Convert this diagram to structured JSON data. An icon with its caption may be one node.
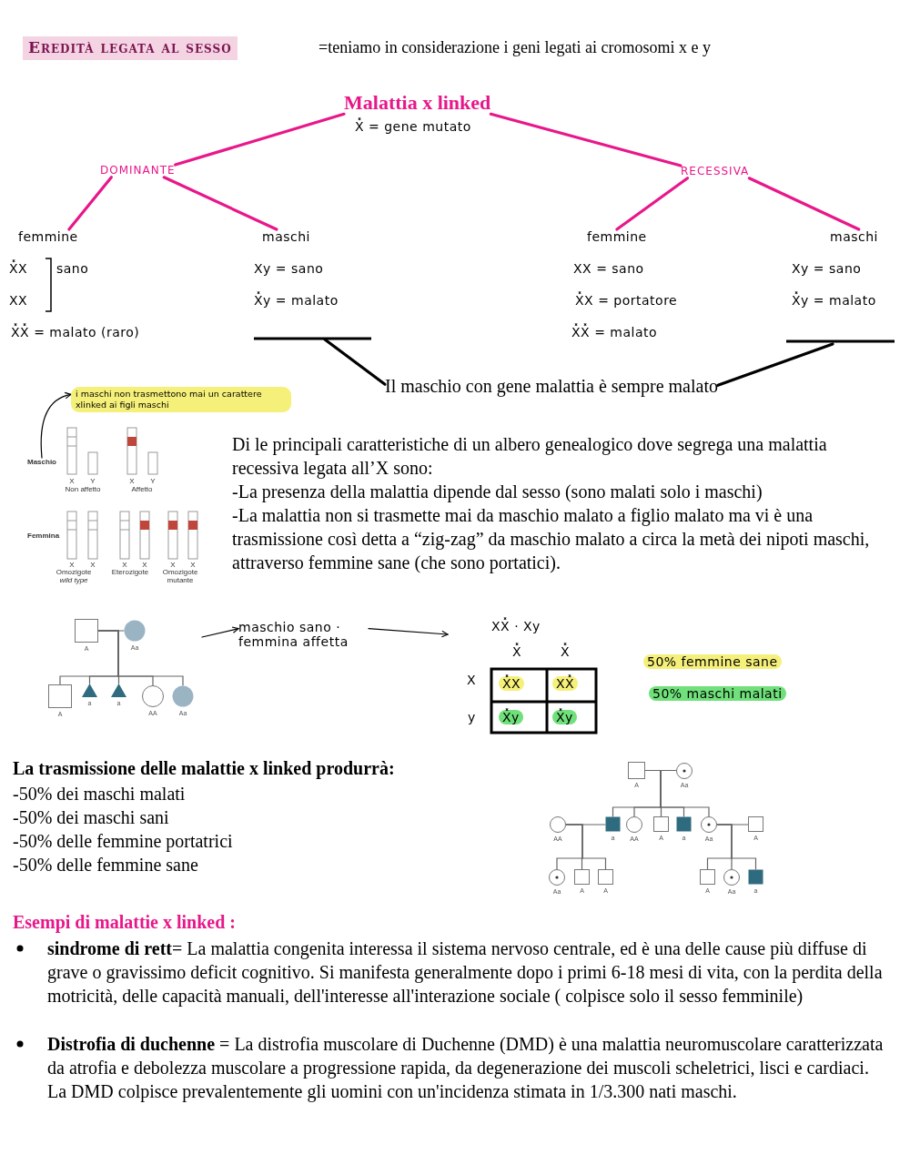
{
  "diagram": {
    "title": "Eredità legata al sesso",
    "nodes": [
      {
        "text": [
          "Malattia x linked"
        ],
        "beside": [
          "X̽ = gene mutato"
        ]
      },
      {
        "text": [
          "DOMINANTE"
        ]
      },
      {
        "text": [
          "RECESSIVA"
        ]
      },
      {
        "text": [
          "femmine"
        ]
      },
      {
        "text": [
          "maschi"
        ]
      },
      {
        "text": [
          "femmine"
        ]
      },
      {
        "text": [
          "maschi"
        ]
      },
      {
        "text": [
          "Il maschio con gene malattia è sempre malato"
        ]
      },
      {
        "text": [
          "i maschi non trasmettono mai un carattere xlinked ai figli maschi"
        ]
      },
      {
        "text": [
          "Maschio"
        ]
      },
      {
        "text": [
          "maschio sano · femmina affetta"
        ]
      },
      {
        "text": [],
        "shape": "box",
        "beside": [
          "A"
        ]
      },
      {
        "text": [],
        "shape": "circle",
        "beside": [
          "Aa"
        ]
      },
      {
        "text": [],
        "shape": "box",
        "beside": [
          "A"
        ]
      },
      {
        "text": [],
        "shape": "triangle",
        "beside": [
          "a"
        ]
      },
      {
        "text": [],
        "shape": "triangle",
        "beside": [
          "a"
        ]
      },
      {
        "text": [],
        "shape": "circle",
        "beside": [
          "AA"
        ]
      },
      {
        "text": [],
        "shape": "circle",
        "beside": [
          "Aa"
        ]
      },
      {
        "text": [],
        "shape": "box",
        "beside": [
          "A"
        ]
      },
      {
        "text": [],
        "shape": "circle",
        "beside": [
          "Aa"
        ]
      },
      {
        "text": [],
        "shape": "circle",
        "beside": [
          "AA"
        ]
      },
      {
        "text": [],
        "shape": "box",
        "beside": [
          "a"
        ]
      },
      {
        "text": [],
        "shape": "circle",
        "beside": [
          "AA"
        ]
      },
      {
        "text": [],
        "shape": "box",
        "beside": [
          "A"
        ]
      },
      {
        "text": [],
        "shape": "box",
        "beside": [
          "a"
        ]
      },
      {
        "text": [],
        "shape": "circle",
        "beside": [
          "Aa"
        ]
      },
      {
        "text": [],
        "shape": "box",
        "beside": [
          "A"
        ]
      },
      {
        "text": [],
        "shape": "circle",
        "beside": [
          "Aa"
        ]
      },
      {
        "text": [],
        "shape": "box",
        "beside": [
          "A"
        ]
      },
      {
        "text": [],
        "shape": "box",
        "beside": [
          "A"
        ]
      },
      {
        "text": [],
        "shape": "box",
        "beside": [
          "A"
        ]
      },
      {
        "text": [],
        "shape": "circle",
        "beside": [
          "Aa"
        ]
      },
      {
        "text": [],
        "shape": "box",
        "beside": [
          "a"
        ]
      }
    ],
    "edges": [
      {
        "from": 0,
        "to": 1,
        "arrow": "none",
        "style": "thick",
        "color": "#e8178a"
      },
      {
        "from": 0,
        "to": 2,
        "arrow": "none",
        "style": "thick",
        "color": "#e8178a"
      },
      {
        "from": 1,
        "to": 3,
        "arrow": "none",
        "style": "thick",
        "color": "#e8178a"
      },
      {
        "from": 1,
        "to": 4,
        "arrow": "none",
        "style": "thick",
        "color": "#e8178a"
      },
      {
        "from": 2,
        "to": 5,
        "arrow": "none",
        "style": "thick",
        "color": "#e8178a"
      },
      {
        "from": 2,
        "to": 6,
        "arrow": "none",
        "style": "thick",
        "color": "#e8178a"
      },
      {
        "from": null,
        "to": 7,
        "arrow": "none",
        "style": "thick",
        "color": "#000000"
      },
      {
        "from": null,
        "to": 7,
        "arrow": "none",
        "style": "thick",
        "color": "#000000"
      },
      {
        "from": 9,
        "to": 8,
        "arrow": "to",
        "color": "#000000"
      },
      {
        "from": null,
        "to": 10,
        "arrow": "to",
        "color": "#000000"
      },
      {
        "from": 10,
        "to": null,
        "arrow": "to",
        "color": "#000000"
      },
      {
        "from": 11,
        "to": 12,
        "arrow": "none"
      },
      {
        "from": 11,
        "to": 13,
        "arrow": "none"
      },
      {
        "from": 11,
        "to": 14,
        "arrow": "none"
      },
      {
        "from": 11,
        "to": 15,
        "arrow": "none"
      },
      {
        "from": 11,
        "to": 16,
        "arrow": "none"
      },
      {
        "from": 11,
        "to": 17,
        "arrow": "none"
      },
      {
        "from": 18,
        "to": 19,
        "arrow": "none"
      },
      {
        "from": 18,
        "to": 21,
        "arrow": "none"
      },
      {
        "from": 18,
        "to": 22,
        "arrow": "none"
      },
      {
        "from": 18,
        "to": 23,
        "arrow": "none"
      },
      {
        "from": 18,
        "to": 24,
        "arrow": "none"
      },
      {
        "from": 18,
        "to": 25,
        "arrow": "none"
      },
      {
        "from": 20,
        "to": 21,
        "arrow": "none"
      },
      {
        "from": 20,
        "to": 27,
        "arrow": "none"
      },
      {
        "from": 20,
        "to": 28,
        "arrow": "none"
      },
      {
        "from": 20,
        "to": 29,
        "arrow": "none"
      },
      {
        "from": 25,
        "to": 26,
        "arrow": "none"
      },
      {
        "from": 25,
        "to": 30,
        "arrow": "none"
      },
      {
        "from": 25,
        "to": 31,
        "arrow": "none"
      },
      {
        "from": 25,
        "to": 32,
        "arrow": "none"
      }
    ],
    "labels": [
      "=teniamo in considerazione i geni legati ai cromosomi x e y",
      "X̽X",
      "XX",
      "sano",
      "X̽X̽ = malato (raro)",
      "Xy = sano",
      "X̽y = malato",
      "XX = sano",
      "X̽X = portatore",
      "X̽X̽ = malato",
      "Xy = sano",
      "X̽y = malato",
      "X",
      "Y",
      "Non affetto",
      "X",
      "Y",
      "Affetto",
      "Femmina",
      "X",
      "X",
      "X",
      "X",
      "X",
      "X",
      "Omozigote *wild type*",
      "Eterozigote",
      "Omozigote mutante",
      "Di le principali caratteristiche di un albero genealogico dove segrega una malattia recessiva legata all’X sono:",
      "-La presenza della malattia dipende dal sesso (sono malati solo i maschi)",
      "-La malattia non si trasmette mai da maschio malato a figlio malato ma vi è una trasmissione così detta a “zig-zag” da maschio malato a circa la metà dei nipoti maschi, attraverso femmine sane (che sono portatici).",
      "XX̽ · Xy",
      "X̽",
      "X̽",
      "X",
      "y",
      "X̽X",
      "XX̽",
      "X̽y",
      "X̽y",
      "50% femmine sane",
      "50% maschi malati",
      "La trasmissione delle malattie x linked produrrà:",
      "-50% dei maschi malati",
      "-50% dei maschi sani",
      "-50% delle femmine portatrici",
      "-50% delle femmine sane",
      "Esempi di malattie x linked :",
      "**sindrome di rett**= La malattia congenita interessa il sistema nervoso centrale, ed è una delle cause più diffuse di grave o gravissimo deficit cognitivo. Si manifesta generalmente dopo i primi 6-18 mesi di vita, con la perdita della motricità, delle capacità manuali, dell'interesse all'interazione sociale ( colpisce solo il sesso femminile)",
      "**Distrofia di duchenne** = La distrofia muscolare di Duchenne (DMD) è una malattia neuromuscolare caratterizzata da atrofia e debolezza muscolare a progressione rapida, da degenerazione dei muscoli scheletrici, lisci e cardiaci. La DMD colpisce prevalentemente gli uomini con un'incidenza stimata in 1/3.300 nati maschi."
    ]
  }
}
